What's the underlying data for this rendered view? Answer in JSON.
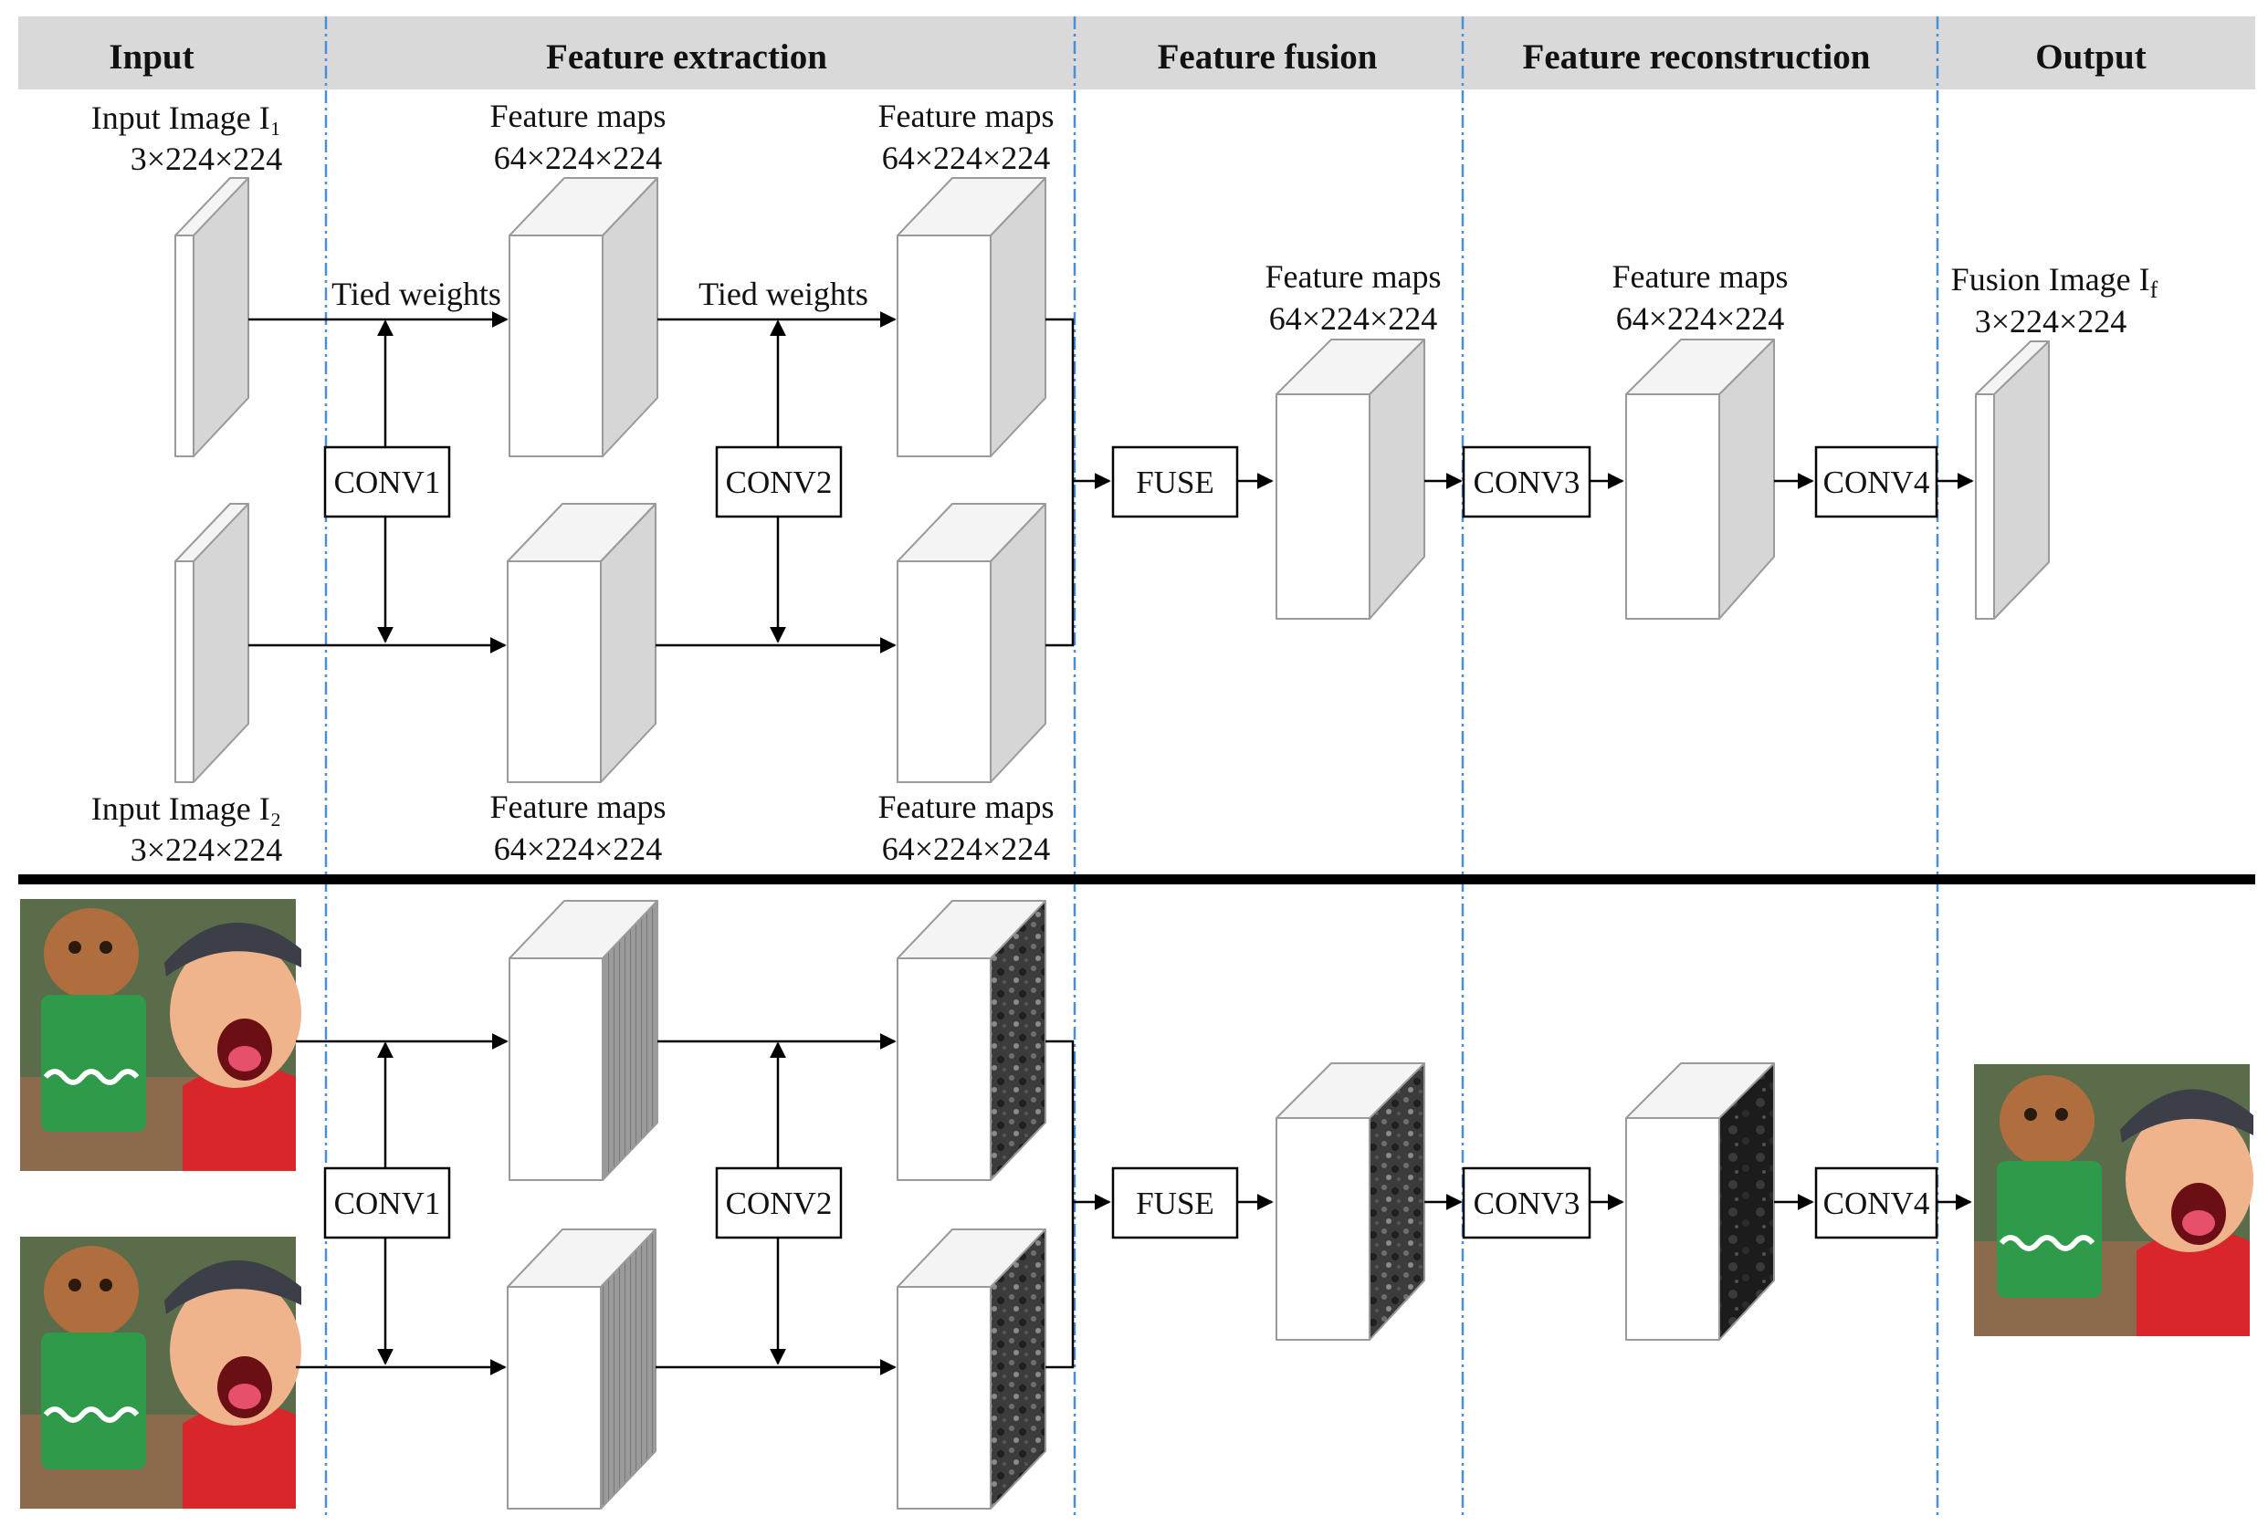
{
  "headers": {
    "input": "Input",
    "feature_extraction": "Feature extraction",
    "feature_fusion": "Feature fusion",
    "feature_reconstruction": "Feature reconstruction",
    "output": "Output"
  },
  "labels": {
    "input_image_1": "Input Image I₁",
    "input_image_2": "Input Image I₂",
    "input_dims": "3×224×224",
    "feature_maps": "Feature maps",
    "feature_dims": "64×224×224",
    "tied_weights": "Tied weights",
    "fusion_image": "Fusion Image If",
    "fusion_image_base": "Fusion Image I",
    "fusion_image_sub": "f",
    "fusion_dims": "3×224×224"
  },
  "ops": {
    "conv1": "CONV1",
    "conv2": "CONV2",
    "fuse": "FUSE",
    "conv3": "CONV3",
    "conv4": "CONV4"
  },
  "colors": {
    "header_bg": "#d9d9d9",
    "block_side": "#d6d6d6",
    "block_top": "#f4f4f4",
    "divider_blue": "#4a8fd6",
    "sky_red": "#d8262a",
    "gingerbread_green": "#2e9a4a",
    "ground": "#8c6a4e"
  }
}
